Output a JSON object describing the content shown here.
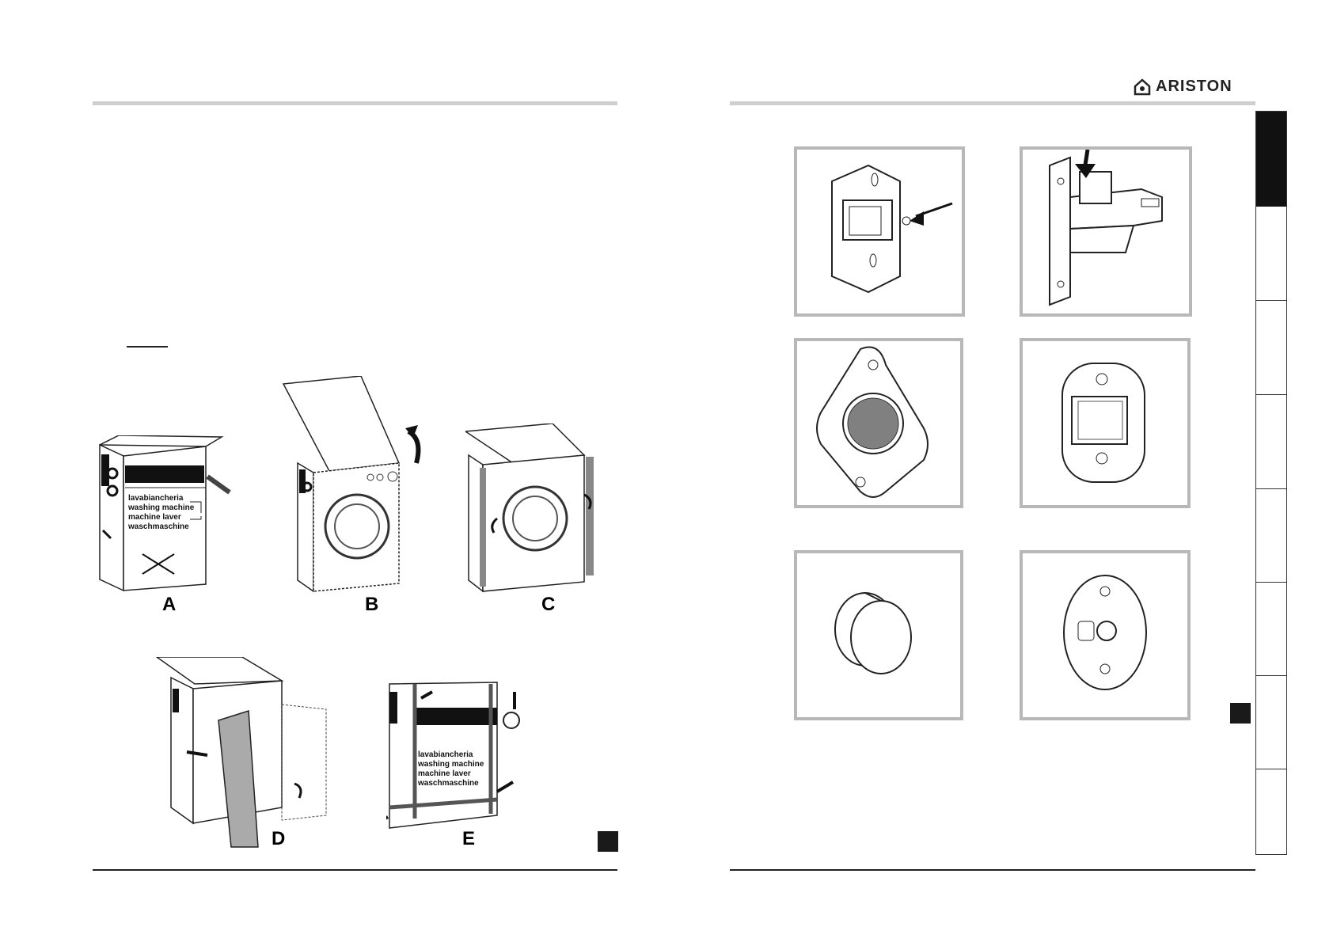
{
  "brand": {
    "name": "ARISTON",
    "icon": "house-logo-icon"
  },
  "left_page": {
    "figures": [
      {
        "id": "A",
        "label": "A",
        "box_text": [
          "lavabiancheria",
          "washing machine",
          "machine  laver",
          "waschmaschine"
        ]
      },
      {
        "id": "B",
        "label": "B"
      },
      {
        "id": "C",
        "label": "C"
      },
      {
        "id": "D",
        "label": "D"
      },
      {
        "id": "E",
        "label": "E",
        "box_text": [
          "lavabiancheria",
          "washing machine",
          "machine  laver",
          "waschmaschine"
        ]
      }
    ]
  },
  "right_page": {
    "parts": [
      {
        "name": "hinge-plate",
        "icon": "hinge-plate-icon"
      },
      {
        "name": "door-latch",
        "icon": "door-latch-icon"
      },
      {
        "name": "rubber-bung",
        "icon": "rubber-bung-icon"
      },
      {
        "name": "oval-catch",
        "icon": "oval-catch-icon"
      },
      {
        "name": "round-cap",
        "icon": "round-cap-icon"
      },
      {
        "name": "oval-plate",
        "icon": "oval-plate-icon"
      }
    ],
    "tab_count": 8
  },
  "colors": {
    "rule": "#cfcfcf",
    "frame": "#b8b8b8",
    "dark": "#111111",
    "panel_gray": "#aaaaaa"
  }
}
